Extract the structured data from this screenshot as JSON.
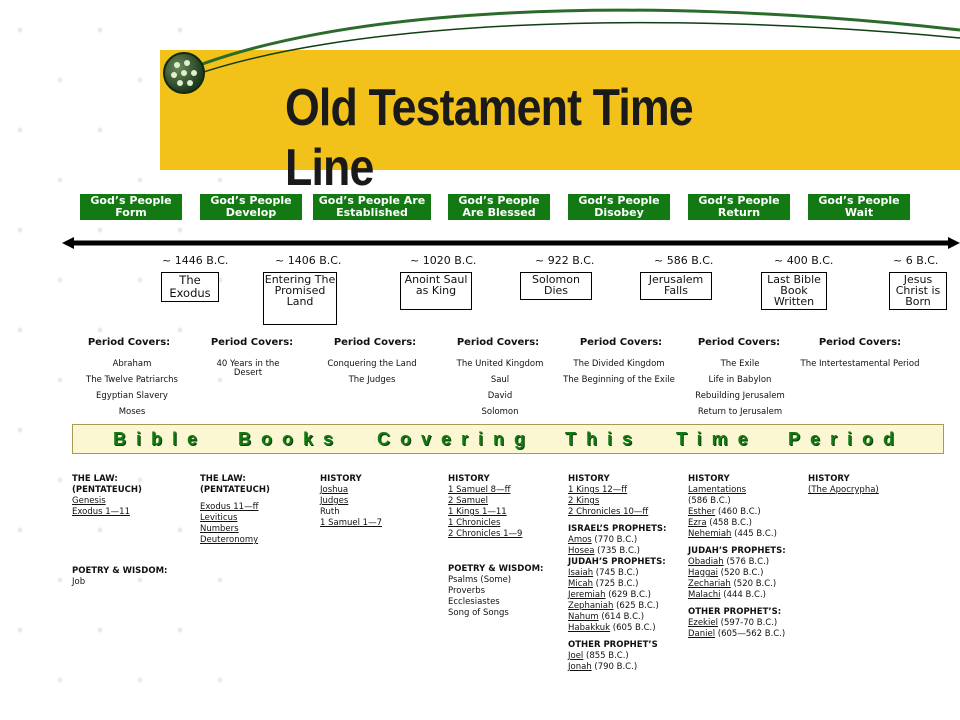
{
  "title": "Old Testament Time Line",
  "eras": [
    "God’s People Form",
    "God’s People Develop",
    "God’s People Are Established",
    "God’s People Are Blessed",
    "God’s People Disobey",
    "God’s People Return",
    "God’s People Wait"
  ],
  "dates": [
    "~ 1446 B.C.",
    "~ 1406 B.C.",
    "~ 1020 B.C.",
    "~ 922 B.C.",
    "~ 586 B.C.",
    "~ 400 B.C.",
    "~ 6 B.C."
  ],
  "events": [
    "The Exodus",
    "Entering The Promised Land",
    "Anoint Saul as King",
    "Solomon Dies",
    "Jerusalem Falls",
    "Last Bible Book Written",
    "Jesus Christ is Born"
  ],
  "period_covers_label": "Period Covers:",
  "periods": [
    [
      "Abraham",
      "The Twelve Patriarchs",
      "Egyptian Slavery",
      "Moses"
    ],
    [
      "40 Years in the Desert"
    ],
    [
      "Conquering the Land",
      "The Judges"
    ],
    [
      "The United Kingdom",
      "Saul",
      "David",
      "Solomon"
    ],
    [
      "The Divided Kingdom",
      "The Beginning of the Exile"
    ],
    [
      "The Exile",
      "Life in Babylon",
      "Rebuilding Jerusalem",
      "Return to Jerusalem"
    ],
    [
      "The Intertestamental Period"
    ]
  ],
  "books_bar_words": [
    "Bible",
    "Books",
    "Covering",
    "This",
    "Time",
    "Period"
  ],
  "columns": [
    [
      {
        "t": "h",
        "v": "THE LAW:"
      },
      {
        "t": "h",
        "v": "(PENTATEUCH)"
      },
      {
        "t": "b",
        "v": "Genesis"
      },
      {
        "t": "b",
        "v": "Exodus 1—11"
      },
      {
        "t": "gap"
      },
      {
        "t": "gap"
      },
      {
        "t": "gap"
      },
      {
        "t": "gap"
      },
      {
        "t": "gap"
      },
      {
        "t": "gap"
      },
      {
        "t": "gap"
      },
      {
        "t": "gap"
      },
      {
        "t": "h",
        "v": "POETRY & WISDOM:"
      },
      {
        "t": "p",
        "v": "Job"
      }
    ],
    [
      {
        "t": "h",
        "v": "THE LAW:"
      },
      {
        "t": "h",
        "v": "(PENTATEUCH)"
      },
      {
        "t": "gap"
      },
      {
        "t": "b",
        "v": "Exodus 11—ff"
      },
      {
        "t": "b",
        "v": "Leviticus"
      },
      {
        "t": "b",
        "v": "Numbers"
      },
      {
        "t": "b",
        "v": "Deuteronomy"
      }
    ],
    [
      {
        "t": "h",
        "v": "HISTORY"
      },
      {
        "t": "b",
        "v": "Joshua"
      },
      {
        "t": "b",
        "v": "Judges"
      },
      {
        "t": "p",
        "v": "Ruth"
      },
      {
        "t": "b",
        "v": "1 Samuel 1—7"
      }
    ],
    [
      {
        "t": "h",
        "v": "HISTORY"
      },
      {
        "t": "b",
        "v": "1 Samuel 8—ff"
      },
      {
        "t": "b",
        "v": "2 Samuel"
      },
      {
        "t": "b",
        "v": "1 Kings 1—11"
      },
      {
        "t": "b",
        "v": "1 Chronicles"
      },
      {
        "t": "b",
        "v": "2 Chronicles 1—9"
      },
      {
        "t": "gap"
      },
      {
        "t": "gap"
      },
      {
        "t": "gap"
      },
      {
        "t": "gap"
      },
      {
        "t": "h",
        "v": "POETRY & WISDOM:"
      },
      {
        "t": "p",
        "v": "Psalms (Some)"
      },
      {
        "t": "p",
        "v": "Proverbs"
      },
      {
        "t": "p",
        "v": "Ecclesiastes"
      },
      {
        "t": "p",
        "v": "Song of Songs"
      }
    ],
    [
      {
        "t": "h",
        "v": "HISTORY"
      },
      {
        "t": "b",
        "v": "1 Kings 12—ff"
      },
      {
        "t": "b",
        "v": "2 Kings"
      },
      {
        "t": "b",
        "v": "2 Chronicles 10—ff"
      },
      {
        "t": "gap"
      },
      {
        "t": "h",
        "v": "ISRAEL’S PROPHETS:"
      },
      {
        "t": "bd",
        "v": "Amos",
        "d": " (770 B.C.)"
      },
      {
        "t": "bd",
        "v": "Hosea",
        "d": " (735 B.C.)"
      },
      {
        "t": "h",
        "v": "JUDAH’S PROPHETS:"
      },
      {
        "t": "bd",
        "v": "Isaiah",
        "d": " (745 B.C.)"
      },
      {
        "t": "bd",
        "v": "Micah",
        "d": " (725 B.C.)"
      },
      {
        "t": "bd",
        "v": "Jeremiah",
        "d": " (629 B.C.)"
      },
      {
        "t": "bd",
        "v": "Zephaniah",
        "d": " (625 B.C.)"
      },
      {
        "t": "bd",
        "v": "Nahum",
        "d": " (614 B.C.)"
      },
      {
        "t": "bd",
        "v": "Habakkuk",
        "d": " (605 B.C.)"
      },
      {
        "t": "gap"
      },
      {
        "t": "h",
        "v": "OTHER PROPHET’S"
      },
      {
        "t": "bd",
        "v": "Joel",
        "d": " (855 B.C.)"
      },
      {
        "t": "bd",
        "v": "Jonah",
        "d": " (790 B.C.)"
      }
    ],
    [
      {
        "t": "h",
        "v": "HISTORY"
      },
      {
        "t": "b",
        "v": "Lamentations"
      },
      {
        "t": "p",
        "v": "(586 B.C.)"
      },
      {
        "t": "bd",
        "v": "Esther",
        "d": " (460 B.C.)"
      },
      {
        "t": "bd",
        "v": "Ezra",
        "d": " (458 B.C.)"
      },
      {
        "t": "bd",
        "v": "Nehemiah",
        "d": " (445 B.C.)"
      },
      {
        "t": "gap"
      },
      {
        "t": "h",
        "v": "JUDAH’S PROPHETS:"
      },
      {
        "t": "bd",
        "v": "Obadiah",
        "d": " (576 B.C.)"
      },
      {
        "t": "bd",
        "v": "Haggai",
        "d": " (520 B.C.)"
      },
      {
        "t": "bd",
        "v": "Zechariah",
        "d": " (520 B.C.)"
      },
      {
        "t": "bd",
        "v": "Malachi",
        "d": " (444 B.C.)"
      },
      {
        "t": "gap"
      },
      {
        "t": "h",
        "v": "OTHER PROPHET’S:"
      },
      {
        "t": "bd",
        "v": "Ezekiel",
        "d": " (597-70 B.C.)"
      },
      {
        "t": "bd",
        "v": "Daniel",
        "d": " (605—562 B.C.)"
      }
    ],
    [
      {
        "t": "h",
        "v": "HISTORY"
      },
      {
        "t": "b",
        "v": "(The Apocrypha)"
      }
    ]
  ],
  "colors": {
    "banner": "#f2c21b",
    "era_green": "#137a13",
    "swoosh": "#1a5c1a"
  }
}
